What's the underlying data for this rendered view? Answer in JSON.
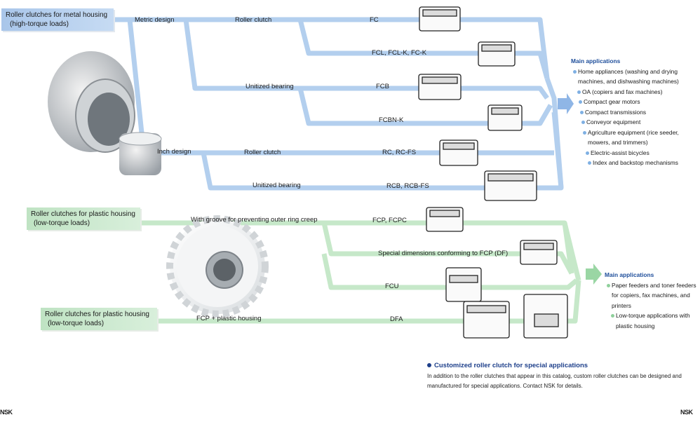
{
  "metal_group": {
    "header_line1": "Roller clutches for metal housing",
    "header_line2": "(high-torque loads)",
    "metric_design": "Metric design",
    "inch_design": "Inch design",
    "metric_roller_clutch": "Roller clutch",
    "metric_unitized": "Unitized bearing",
    "inch_roller_clutch": "Roller clutch",
    "inch_unitized": "Unitized bearing",
    "products": [
      "FC",
      "FCL, FCL-K, FC-K",
      "FCB",
      "FCBN-K",
      "RC, RC-FS",
      "RCB, RCB-FS"
    ]
  },
  "metal_apps": {
    "title": "Main applications",
    "items": [
      [
        "Home appliances (washing and drying",
        "machines, and dishwashing machines)"
      ],
      [
        "OA (copiers and fax machines)"
      ],
      [
        "Compact gear motors"
      ],
      [
        "Compact transmissions"
      ],
      [
        "Conveyor equipment"
      ],
      [
        "Agriculture equipment (rice seeder,",
        "mowers, and trimmers)"
      ],
      [
        "Electric-assist bicycles"
      ],
      [
        "Index and backstop mechanisms"
      ]
    ]
  },
  "plastic_group": {
    "header1_line1": "Roller clutches for plastic housing",
    "header1_line2": "(low-torque loads)",
    "header2_line1": "Roller clutches for plastic housing",
    "header2_line2": "(low-torque loads)",
    "groove": "With groove for preventing outer ring creep",
    "special_dims": "Special dimensions conforming to FCP (DF)",
    "fcp_plastic": "FCP + plastic housing",
    "products": [
      "FCP, FCPC",
      "FCU",
      "DFA"
    ]
  },
  "plastic_apps": {
    "title": "Main applications",
    "items": [
      [
        "Paper feeders and toner feeders",
        "for copiers, fax machines, and",
        "printers"
      ],
      [
        "Low-torque applications with",
        "plastic housing"
      ]
    ]
  },
  "note": {
    "title": "Customized roller clutch for special applications",
    "body_line1": "In addition to the roller clutches that appear in this catalog, custom roller clutches can be designed and",
    "body_line2": "manufactured for special applications. Contact NSK for details."
  },
  "brand_left": "NSK",
  "brand_right": "NSK",
  "colors": {
    "blue_flow": "#b3cfee",
    "green_flow": "#c6e8c9",
    "arrow_blue": "#8fb6e6",
    "arrow_green": "#9ad6a4"
  }
}
